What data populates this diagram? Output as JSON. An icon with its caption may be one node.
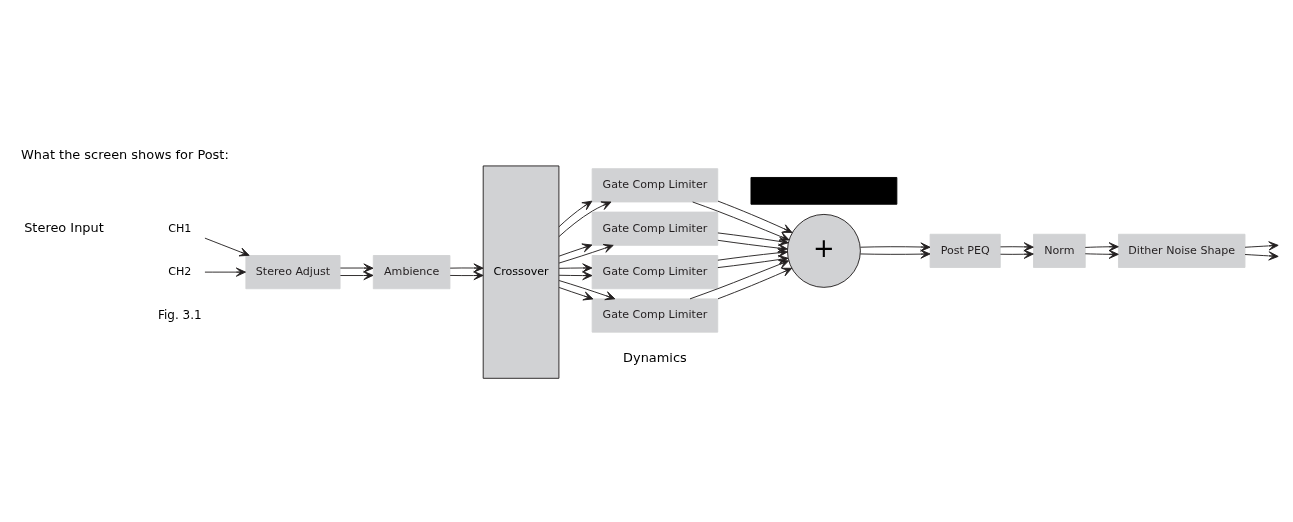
{
  "diagram": {
    "title": "What the screen shows for Post:",
    "caption": "Fig. 3.1",
    "nodes": [
      {
        "text": [],
        "shape": "box"
      },
      {
        "text": [
          "CH1"
        ]
      },
      {
        "text": [
          "CH2"
        ]
      },
      {
        "text": [
          "Stereo Adjust"
        ]
      },
      {
        "text": [
          "Ambience"
        ]
      },
      {
        "text": [
          "Crossover"
        ]
      },
      {
        "text": [
          "Gate Comp Limiter"
        ]
      },
      {
        "text": [
          "Gate Comp Limiter"
        ]
      },
      {
        "text": [
          "Gate Comp Limiter"
        ]
      },
      {
        "text": [
          "Gate Comp Limiter"
        ]
      },
      {
        "text": [
          "+"
        ]
      },
      {
        "text": [
          "Post PEQ"
        ]
      },
      {
        "text": [
          "Norm"
        ]
      },
      {
        "text": [
          "Dither Noise Shape"
        ]
      }
    ],
    "edges": [
      {
        "from": 1,
        "to": 3,
        "arrow": "to"
      },
      {
        "from": 2,
        "to": 3,
        "arrow": "to"
      },
      {
        "from": 3,
        "to": 4,
        "arrow": "to"
      },
      {
        "from": 3,
        "to": 4,
        "arrow": "to"
      },
      {
        "from": 4,
        "to": 5,
        "arrow": "to"
      },
      {
        "from": 4,
        "to": 5,
        "arrow": "to"
      },
      {
        "from": 5,
        "to": 6,
        "arrow": "to"
      },
      {
        "from": 5,
        "to": 6,
        "arrow": "to"
      },
      {
        "from": 5,
        "to": 7,
        "arrow": "to"
      },
      {
        "from": 5,
        "to": 7,
        "arrow": "to"
      },
      {
        "from": 5,
        "to": 8,
        "arrow": "to"
      },
      {
        "from": 5,
        "to": 8,
        "arrow": "to"
      },
      {
        "from": 5,
        "to": 9,
        "arrow": "to"
      },
      {
        "from": 5,
        "to": 9,
        "arrow": "to"
      },
      {
        "from": 6,
        "to": 10,
        "arrow": "to"
      },
      {
        "from": 6,
        "to": 10,
        "arrow": "to"
      },
      {
        "from": 7,
        "to": 10,
        "arrow": "to"
      },
      {
        "from": 7,
        "to": 10,
        "arrow": "to"
      },
      {
        "from": 8,
        "to": 10,
        "arrow": "to"
      },
      {
        "from": 8,
        "to": 10,
        "arrow": "to"
      },
      {
        "from": 9,
        "to": 10,
        "arrow": "to"
      },
      {
        "from": 9,
        "to": 10,
        "arrow": "to"
      },
      {
        "from": 10,
        "to": 11,
        "arrow": "to"
      },
      {
        "from": 10,
        "to": 11,
        "arrow": "to"
      },
      {
        "from": 11,
        "to": 12,
        "arrow": "to"
      },
      {
        "from": 11,
        "to": 12,
        "arrow": "to"
      },
      {
        "from": 12,
        "to": 13,
        "arrow": "to"
      },
      {
        "from": 12,
        "to": 13,
        "arrow": "to"
      },
      {
        "from": 13,
        "to": null,
        "arrow": "to"
      },
      {
        "from": 13,
        "to": null,
        "arrow": "to"
      }
    ],
    "labels": [
      "Stereo Input",
      "Dynamics"
    ]
  }
}
